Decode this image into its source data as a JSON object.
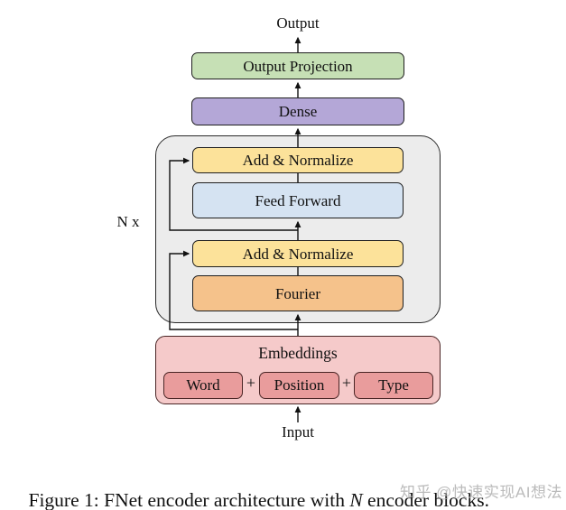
{
  "diagram": {
    "output_label": "Output",
    "input_label": "Input",
    "repeat_label": "N x",
    "boxes": {
      "output_projection": {
        "label": "Output Projection",
        "fill": "#c6e0b5"
      },
      "dense": {
        "label": "Dense",
        "fill": "#b4a7d7"
      },
      "add_normalize_top": {
        "label": "Add & Normalize",
        "fill": "#fce29a"
      },
      "feed_forward": {
        "label": "Feed Forward",
        "fill": "#d5e3f2"
      },
      "add_normalize_bottom": {
        "label": "Add & Normalize",
        "fill": "#fce29a"
      },
      "fourier": {
        "label": "Fourier",
        "fill": "#f5c28b"
      }
    },
    "encoder_container_fill": "#ececec",
    "embeddings": {
      "title": "Embeddings",
      "fill": "#f5caca",
      "item_fill": "#e99c9c",
      "plus": "+",
      "items": [
        {
          "label": "Word"
        },
        {
          "label": "Position"
        },
        {
          "label": "Type"
        }
      ]
    },
    "line_color": "#111111"
  },
  "caption": {
    "prefix": "Figure 1: FNet encoder architecture with ",
    "math_var": "N",
    "suffix": " encoder blocks."
  },
  "watermark": "知乎 @快速实现AI想法"
}
